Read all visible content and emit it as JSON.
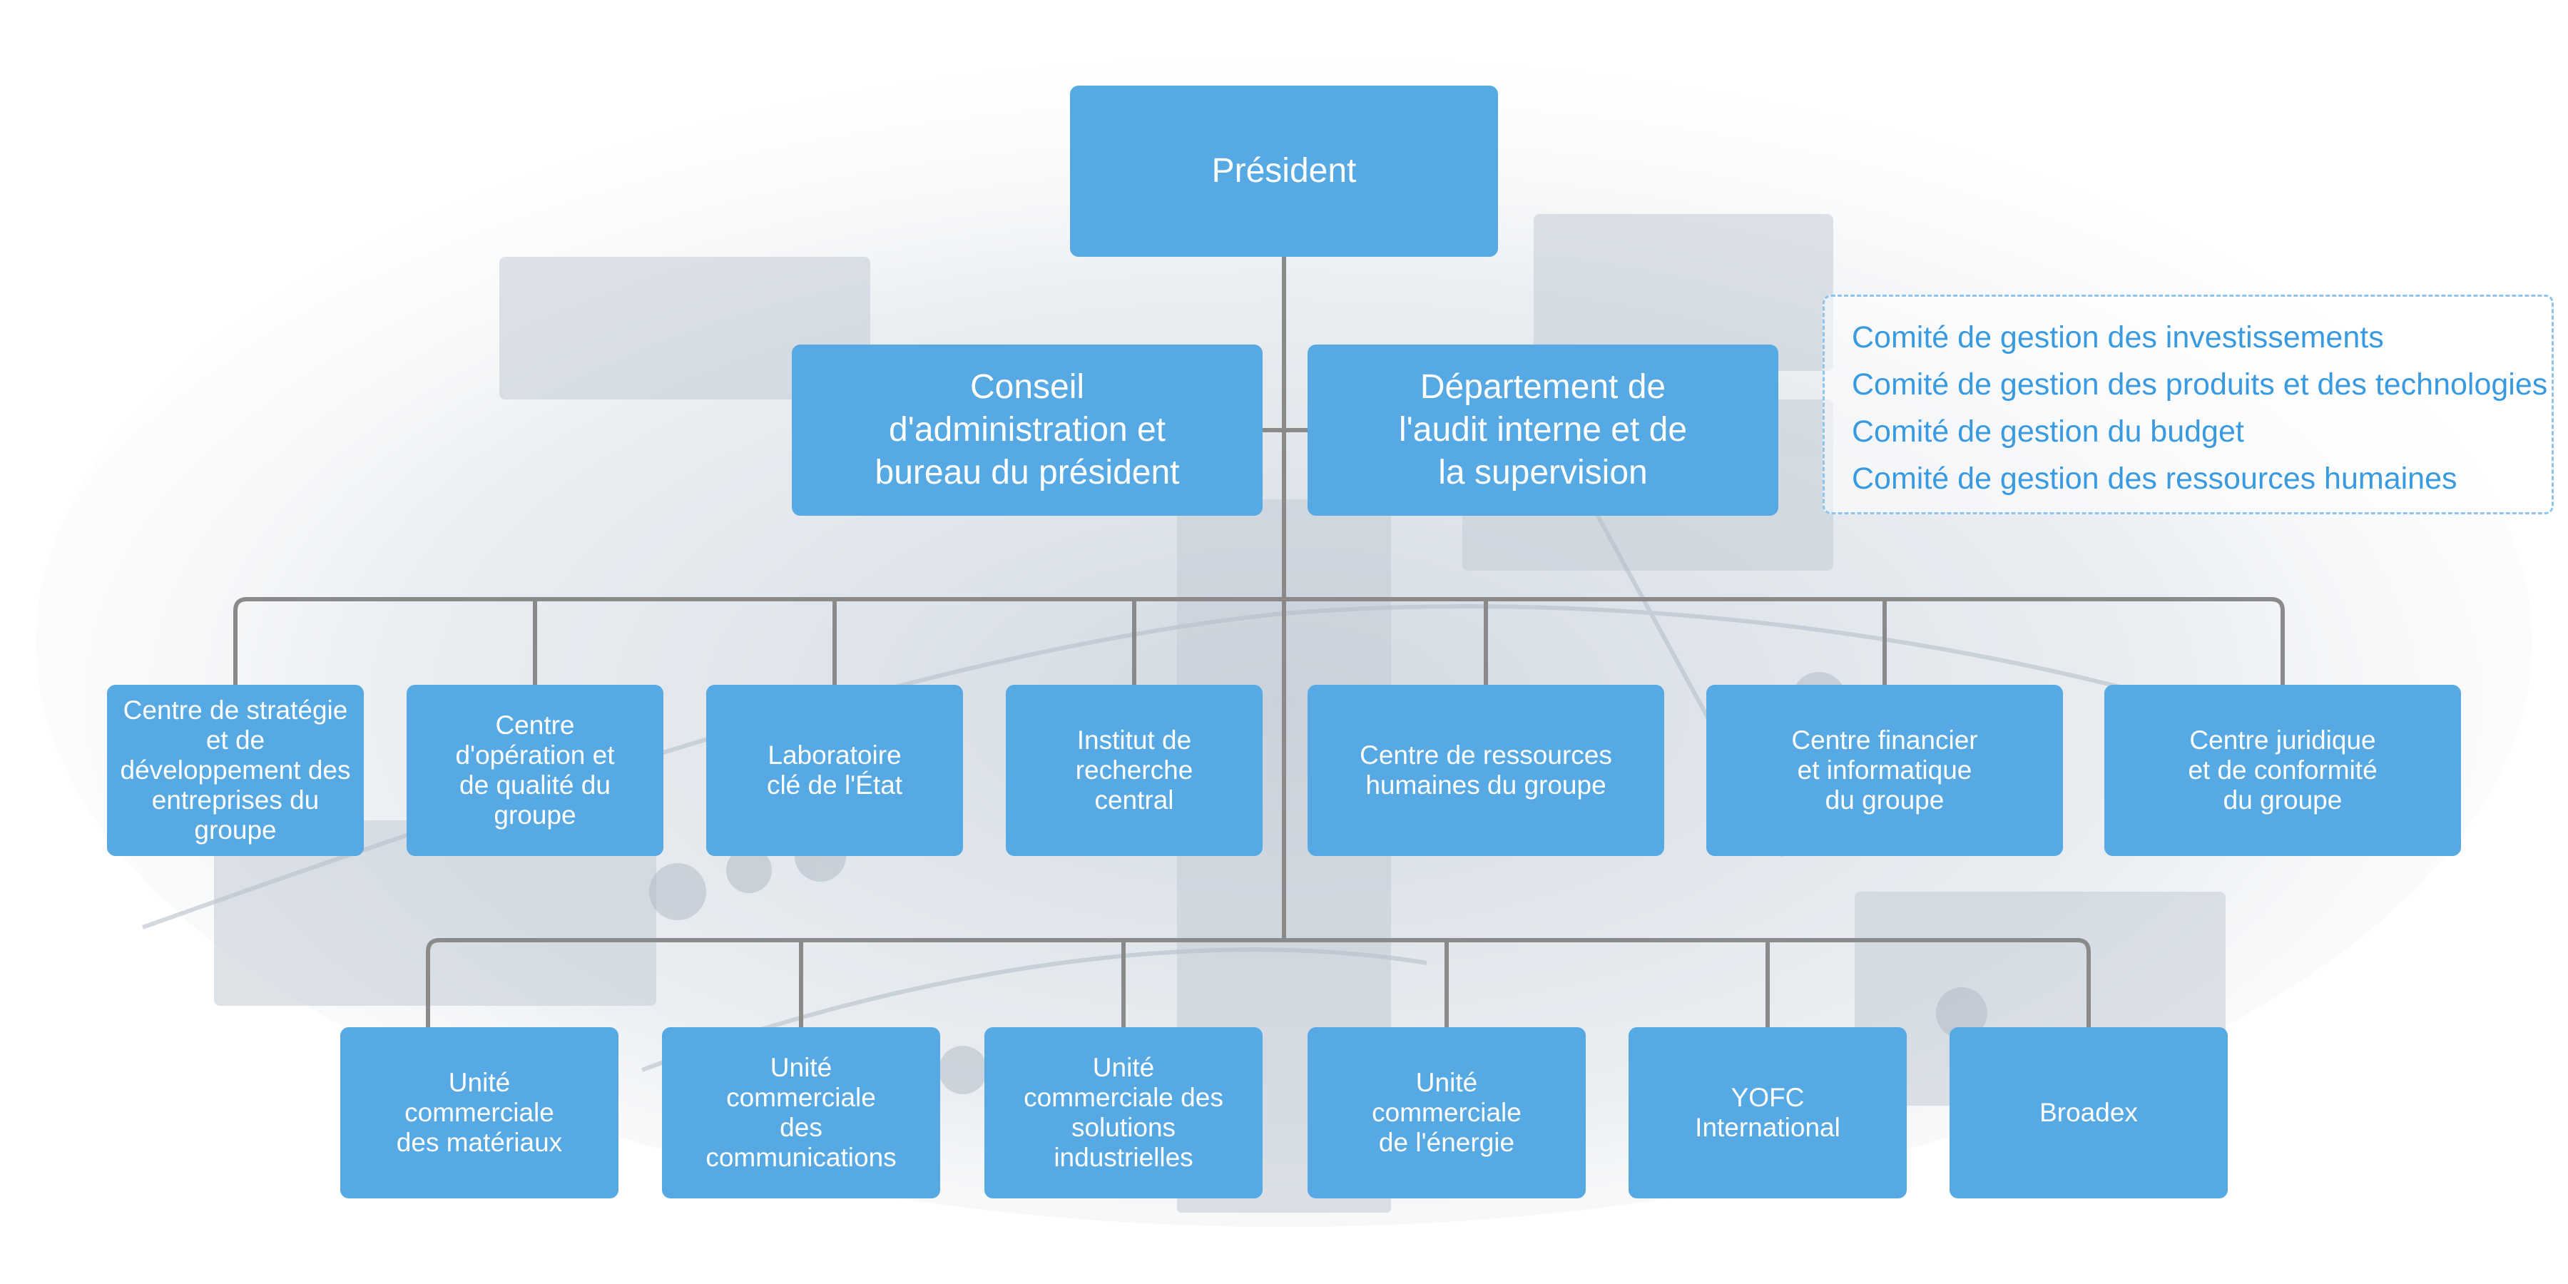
{
  "colors": {
    "box_fill": "#56a9e2",
    "box_text": "#ffffff",
    "connector": "#8a8a8a",
    "committee_text": "#3a9ae0",
    "committee_border": "#8fc4ec"
  },
  "top": {
    "president": "Président"
  },
  "second_level": {
    "board": "Conseil\nd'administration et\nbureau du président",
    "audit": "Département de\nl'audit interne et de\nla supervision"
  },
  "committees": [
    "Comité de gestion des investissements",
    "Comité de gestion des produits et des technologies",
    "Comité de gestion du budget",
    "Comité de gestion des ressources humaines"
  ],
  "centers": [
    "Centre de stratégie\net de\ndéveloppement des\nentreprises du\ngroupe",
    "Centre\nd'opération et\nde qualité du\ngroupe",
    "Laboratoire\nclé de l'État",
    "Institut de\nrecherche\ncentral",
    "Centre de ressources\nhumaines du groupe",
    "Centre financier\net informatique\ndu groupe",
    "Centre juridique\net de conformité\ndu groupe"
  ],
  "units": [
    "Unité\ncommerciale\ndes matériaux",
    "Unité\ncommerciale\ndes\ncommunications",
    "Unité\ncommerciale des\nsolutions\nindustrielles",
    "Unité\ncommerciale\nde l'énergie",
    "YOFC\nInternational",
    "Broadex"
  ]
}
